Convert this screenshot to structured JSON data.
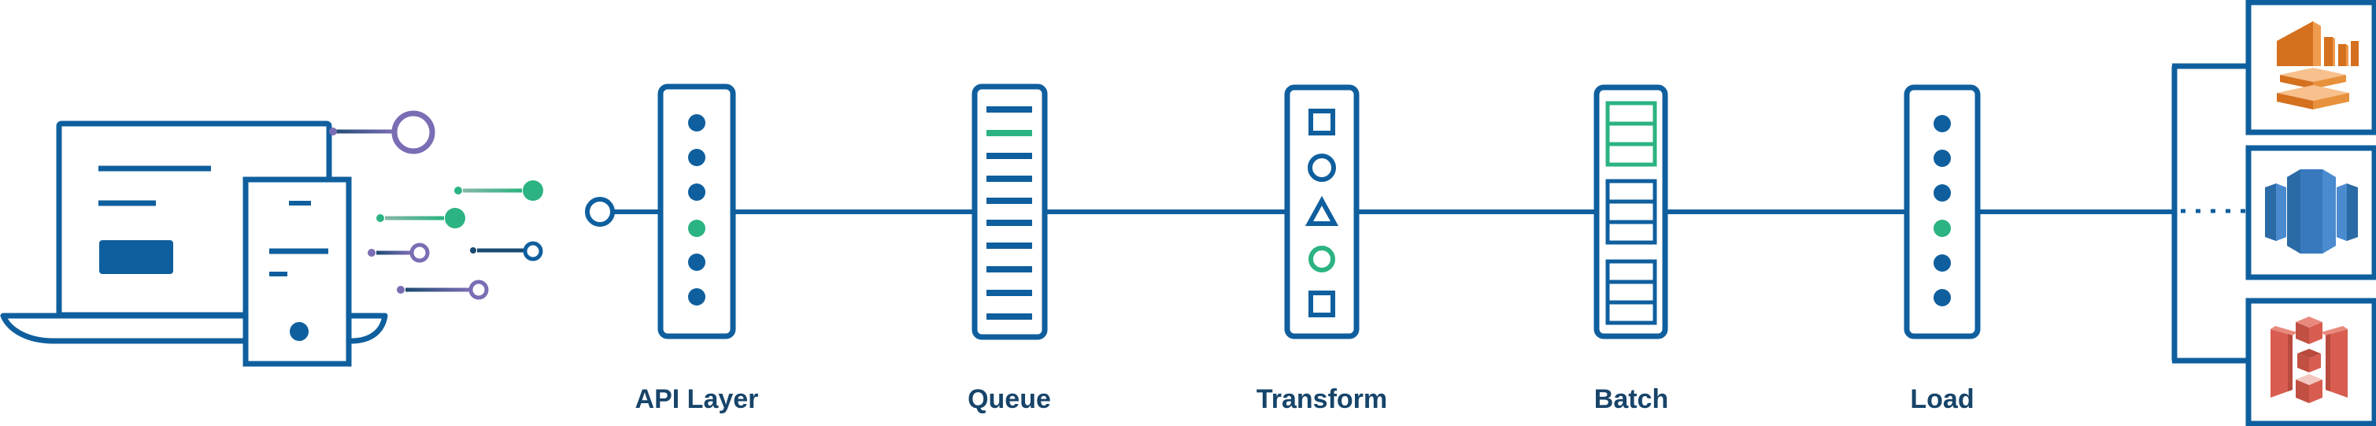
{
  "diagram": {
    "type": "data-pipeline-flow",
    "stages": [
      {
        "id": "api-layer",
        "label": "API Layer",
        "glyph": "dots",
        "accent_item_index": 3
      },
      {
        "id": "queue",
        "label": "Queue",
        "glyph": "bars",
        "accent_item_index": 1
      },
      {
        "id": "transform",
        "label": "Transform",
        "glyph": "shapes",
        "accent_item_index": 3
      },
      {
        "id": "batch",
        "label": "Batch",
        "glyph": "stacked-tables",
        "accent_item_index": 0
      },
      {
        "id": "load",
        "label": "Load",
        "glyph": "dots",
        "accent_item_index": 3
      }
    ],
    "source_icons": [
      "laptop-icon",
      "phone-icon"
    ],
    "destination_icons": [
      "aws-kinesis-firehose-icon",
      "aws-redshift-icon",
      "aws-s3-icon"
    ],
    "colors": {
      "stroke_blue": "#0f5f9e",
      "label_navy": "#174469",
      "line_navy_dark": "#1b4a70",
      "accent_green": "#2bb381",
      "accent_purple": "#7b6db4",
      "kinesis_orange": "#d4701e",
      "kinesis_orange_light": "#ef9b4e",
      "kinesis_orange_pale": "#f7c08c",
      "redshift_blue": "#3779bc",
      "redshift_blue_dark": "#2a6aa5",
      "redshift_blue_light": "#4a8bd0",
      "s3_red": "#d85d50",
      "s3_red_dark": "#c14f42",
      "s3_red_pale": "#f2c7c0"
    }
  }
}
